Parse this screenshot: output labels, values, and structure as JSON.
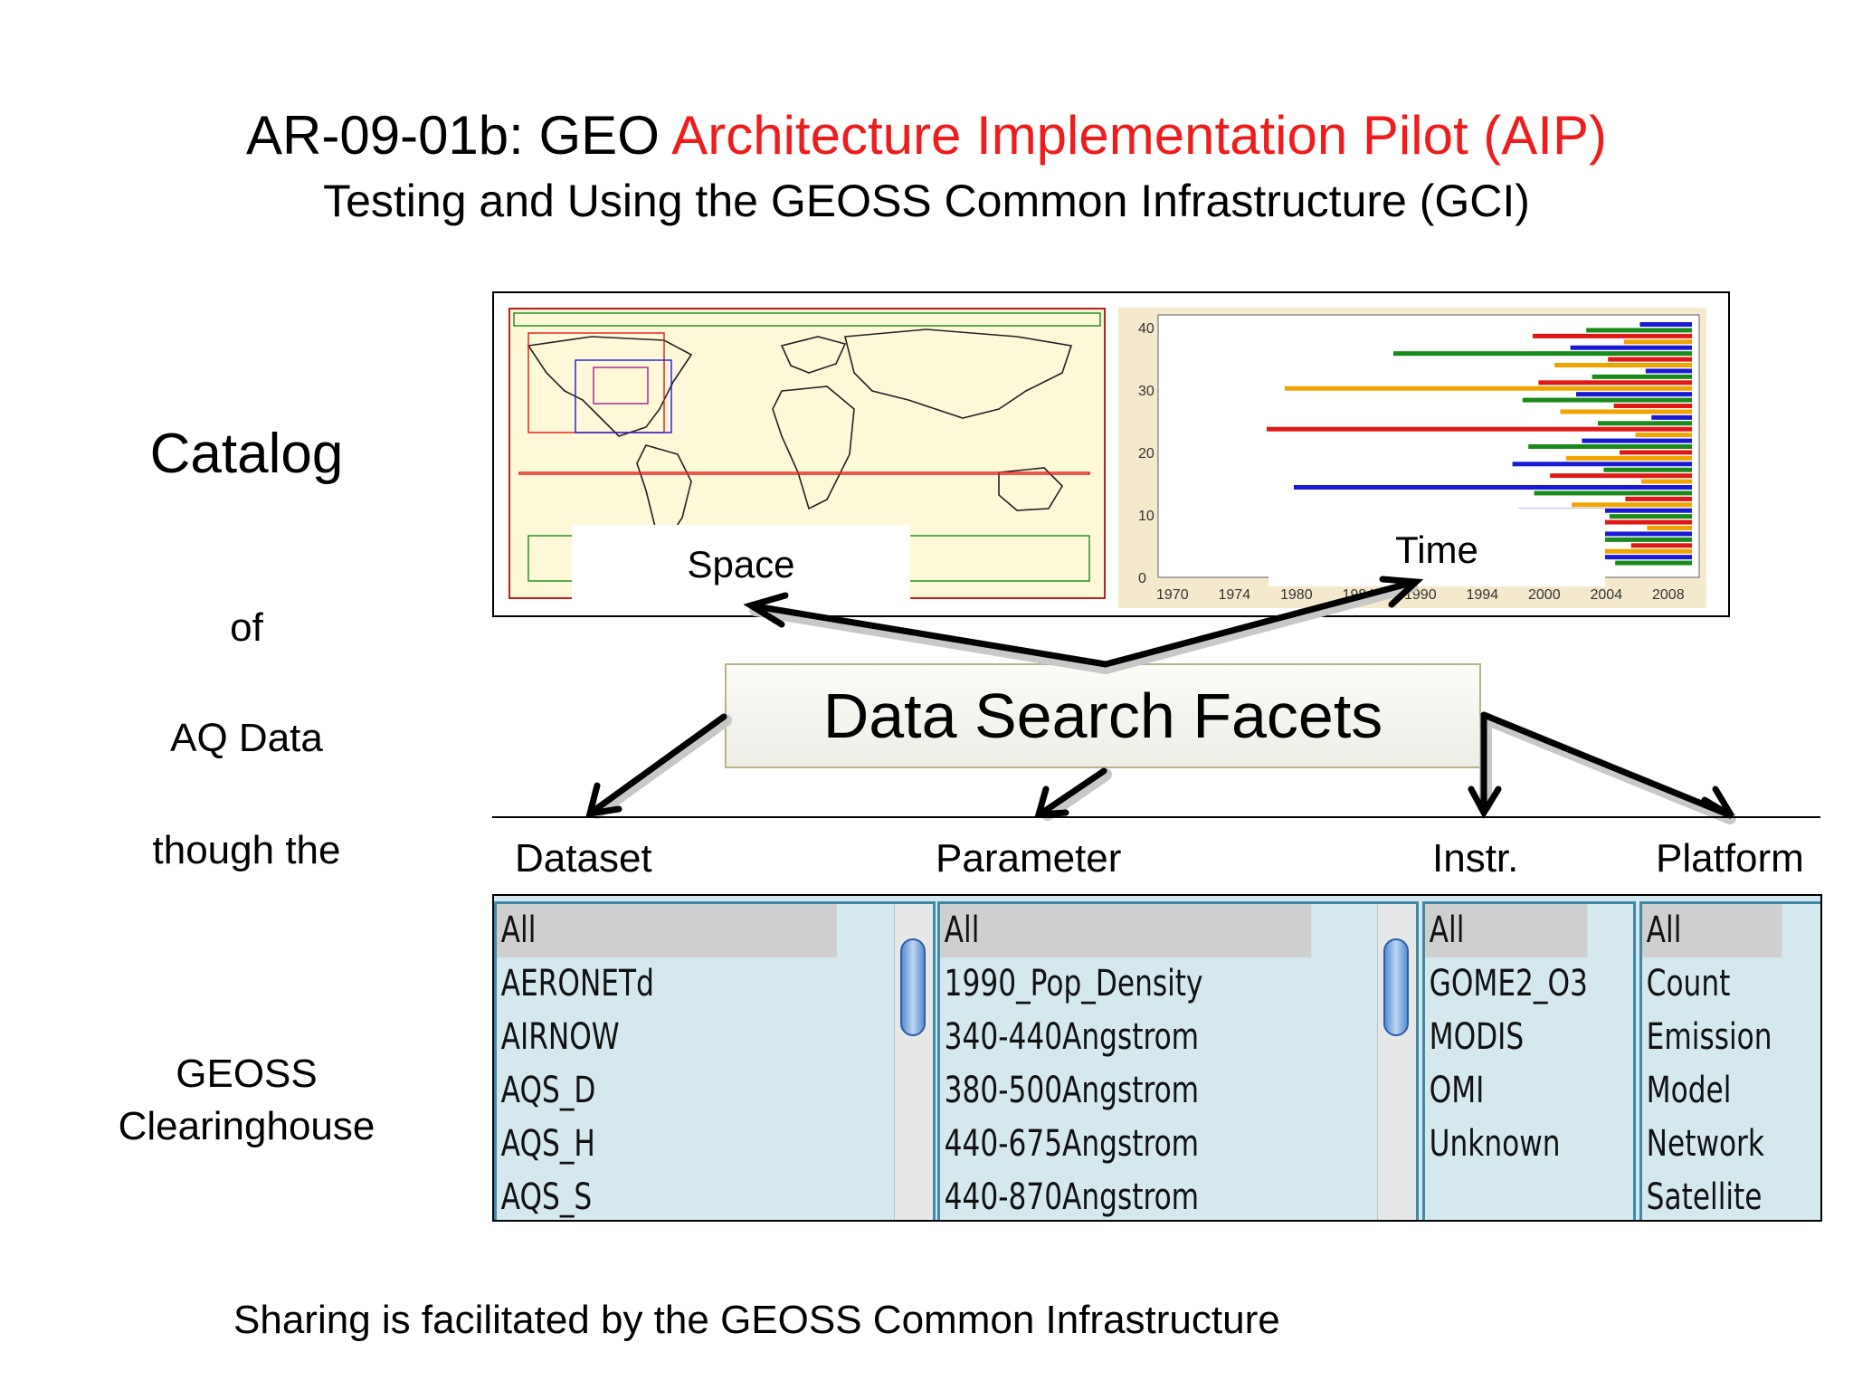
{
  "header": {
    "title_prefix": "AR-09-01b: GEO ",
    "title_highlight": "Architecture Implementation Pilot (AIP)",
    "subtitle": "Testing and Using the GEOSS Common Infrastructure (GCI)"
  },
  "side_labels": {
    "catalog": "Catalog",
    "of": "of",
    "aq_data": "AQ Data",
    "though_the": "though the",
    "geoss_line1": "GEOSS",
    "geoss_line2": "Clearinghouse"
  },
  "previews": {
    "space_label": "Space",
    "time_label": "Time",
    "timeline_y_ticks": [
      "40",
      "30",
      "20",
      "10",
      "0"
    ],
    "timeline_x_ticks": [
      "1970",
      "1974",
      "1980",
      "1984",
      "1990",
      "1994",
      "2000",
      "2004",
      "2008"
    ]
  },
  "facets": {
    "heading": "Data Search Facets",
    "columns": {
      "dataset": "Dataset",
      "parameter": "Parameter",
      "instr": "Instr.",
      "platform": "Platform"
    }
  },
  "lists": {
    "dataset": [
      "All",
      "AERONETd",
      "AIRNOW",
      "AQS_D",
      "AQS_H",
      "AQS_S"
    ],
    "parameter": [
      "All",
      "1990_Pop_Density",
      "340-440Angstrom",
      "380-500Angstrom",
      "440-675Angstrom",
      "440-870Angstrom"
    ],
    "instr": [
      "All",
      "GOME2_O3",
      "MODIS",
      "OMI",
      "Unknown"
    ],
    "platform": [
      "All",
      "Count",
      "Emission",
      "Model",
      "Network",
      "Satellite"
    ]
  },
  "footer": {
    "note": "Sharing is facilitated by the GEOSS Common Infrastructure"
  },
  "colors": {
    "accent_red": "#ee1c1c",
    "list_bg": "#d4e8ee",
    "list_border": "#3f89a6",
    "map_bg": "#fdf8d8",
    "timeline_bg": "#f4e9cc",
    "bar_colors": [
      "#1a1ad6",
      "#1a8a1a",
      "#e01818",
      "#f0a400"
    ]
  }
}
